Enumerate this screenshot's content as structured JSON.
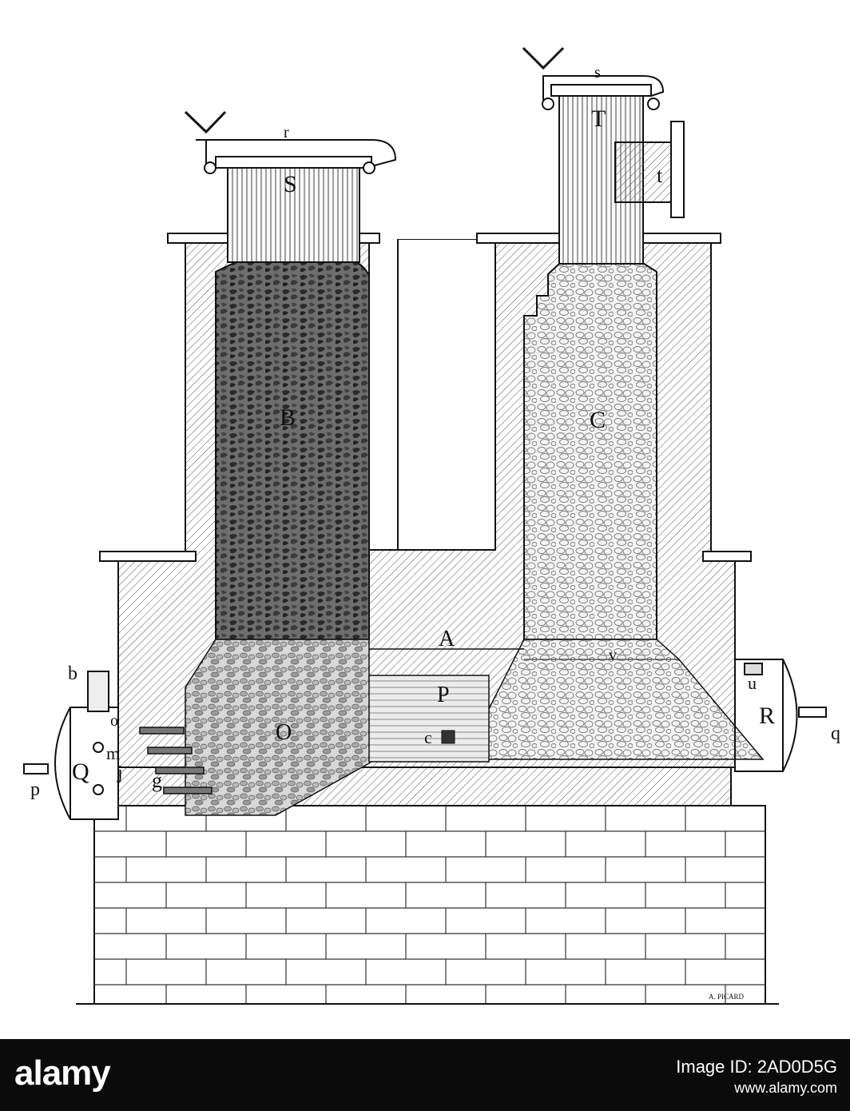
{
  "labels": {
    "r": "r",
    "S": "S",
    "s": "s",
    "T": "T",
    "t": "t",
    "B": "B",
    "C": "C",
    "A": "A",
    "P": "P",
    "v": "v",
    "b": "b",
    "u": "u",
    "R": "R",
    "q": "q",
    "Q": "Q",
    "p": "p",
    "o": "o",
    "O": "O",
    "m": "m",
    "j": "j",
    "g": "g",
    "c": "c"
  },
  "signature": "A. PICARD",
  "watermark": {
    "brand": "alamy",
    "image_id": "Image ID: 2AD0D5G",
    "site": "www.alamy.com"
  },
  "colors": {
    "ink": "#111111",
    "paper": "#ffffff",
    "footer": "#0b0b0b"
  }
}
